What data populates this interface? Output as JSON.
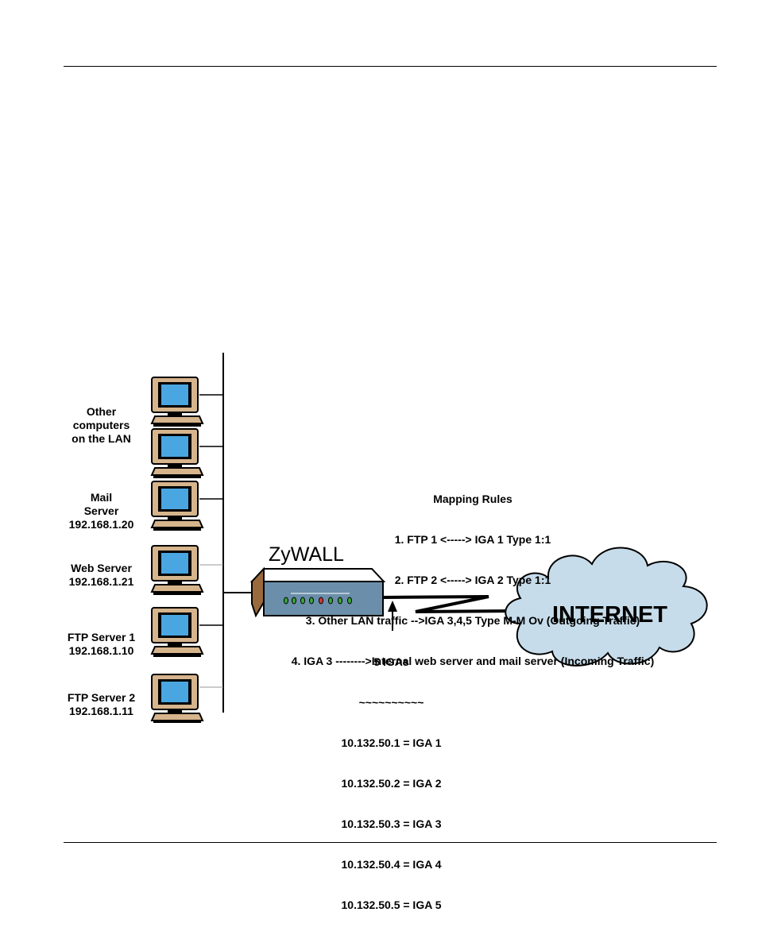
{
  "device": {
    "name": "ZyWALL"
  },
  "cloud": {
    "label": "INTERNET"
  },
  "computers": [
    {
      "label": "Other\ncomputers\non the LAN"
    },
    {
      "label": "Mail\nServer\n192.168.1.20"
    },
    {
      "label": "Web Server\n192.168.1.21"
    },
    {
      "label": "FTP Server 1\n192.168.1.10"
    },
    {
      "label": "FTP Server 2\n192.168.1.11"
    }
  ],
  "mapping_rules": {
    "title": "Mapping Rules",
    "rules": [
      "1. FTP 1 <-----> IGA 1 Type 1:1",
      "2. FTP 2 <-----> IGA 2 Type 1:1",
      "3. Other LAN traffic -->IGA 3,4,5 Type M-M Ov (Outgoing Traffic)",
      "4. IGA 3 -------->Internal web server and mail server (Incoming Traffic)"
    ]
  },
  "igas": {
    "title": "5 IGAs",
    "separator": "~~~~~~~~~~",
    "items": [
      "10.132.50.1 = IGA 1",
      "10.132.50.2 = IGA 2",
      "10.132.50.3 = IGA 3",
      "10.132.50.4 = IGA 4",
      "10.132.50.5 = IGA 5"
    ]
  },
  "colors": {
    "screen": "#4aa6e0",
    "monitor": "#d6b48c",
    "device_front": "#6b8faa",
    "device_side": "#9a6a3c",
    "cloud": "#c7dcea"
  }
}
